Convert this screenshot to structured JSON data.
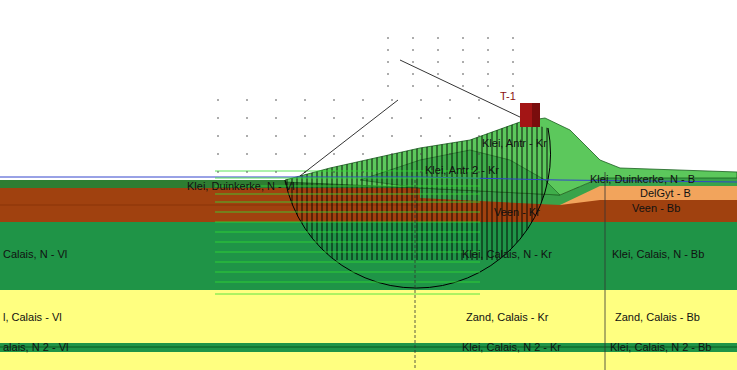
{
  "diagram": {
    "labels": [
      "T-1",
      "Klei, Antr - Kr",
      "Klei, Antr 2 - Kr",
      "Klei, Duinkerke, N - Vl",
      "Klei, Duinkerke, N - B",
      "DelGyt - B",
      "Veen - Kr",
      "Veen - Bb",
      "Calais, N - Vl",
      "Klei, Calais, N - Kr",
      "Klei, Calais, N - Bb",
      "l, Calais - Vl",
      "Zand, Calais - Kr",
      "Zand, Calais - Bb",
      "alais, N 2 - Vl",
      "Klei, Calais, N 2 - Kr",
      "Klei, Calais, N 2 - Bb"
    ]
  }
}
